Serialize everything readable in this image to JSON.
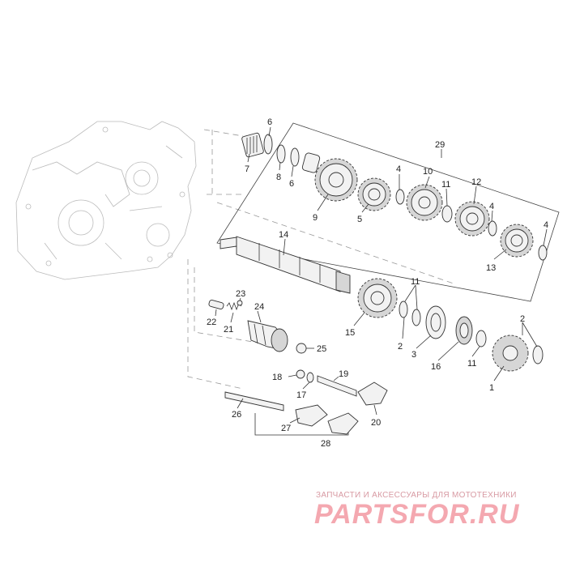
{
  "labels": {
    "n1": "1",
    "n2a": "2",
    "n2b": "2",
    "n3": "3",
    "n4a": "4",
    "n4b": "4",
    "n4c": "4",
    "n5": "5",
    "n6a": "6",
    "n6b": "6",
    "n7": "7",
    "n8": "8",
    "n9": "9",
    "n10": "10",
    "n11a": "11",
    "n11b": "11",
    "n11c": "11",
    "n12": "12",
    "n13": "13",
    "n14": "14",
    "n15": "15",
    "n16": "16",
    "n17": "17",
    "n18": "18",
    "n19": "19",
    "n20": "20",
    "n21": "21",
    "n22": "22",
    "n23": "23",
    "n24": "24",
    "n25": "25",
    "n26": "26",
    "n27": "27",
    "n28": "28",
    "n29": "29"
  },
  "watermark": {
    "tagline": "ЗАПЧАСТИ И АКСЕССУАРЫ ДЛЯ МОТОТЕХНИКИ",
    "brand": "PARTSFOR.RU"
  }
}
